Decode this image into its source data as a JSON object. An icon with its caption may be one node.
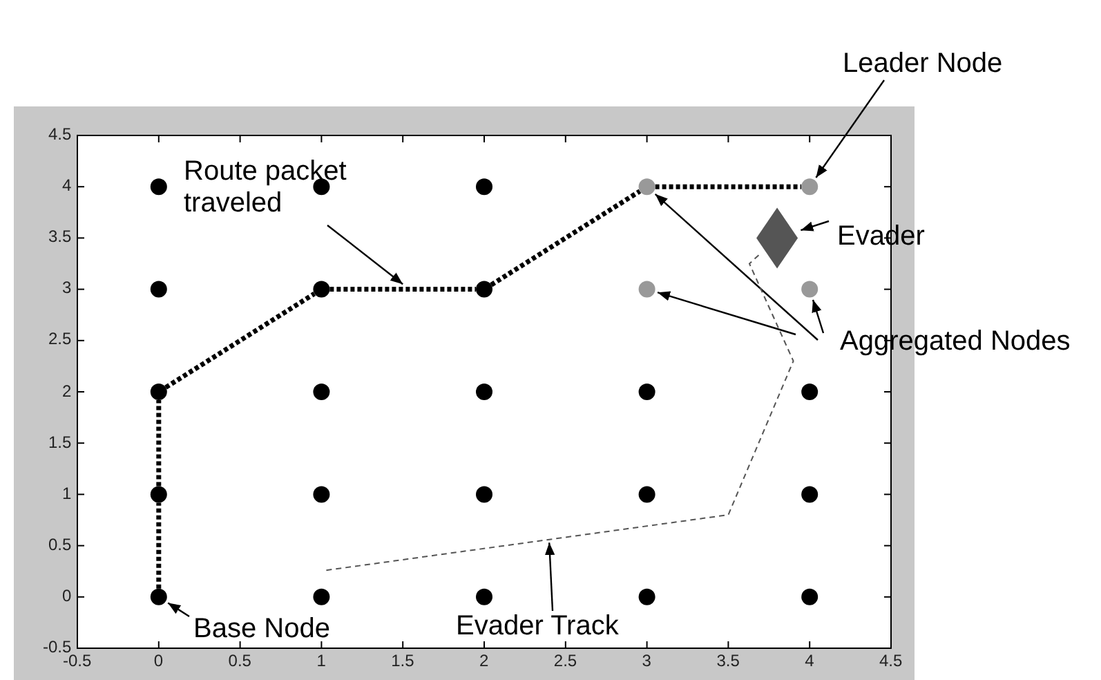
{
  "diagram": {
    "nodes": [
      {
        "text": [
          "Leader Node"
        ]
      },
      {
        "text": [
          "Evader"
        ]
      },
      {
        "text": [
          "Route packet traveled"
        ]
      },
      {
        "text": [
          "Aggregated Nodes"
        ]
      },
      {
        "text": [
          "Base Node"
        ]
      },
      {
        "text": [
          "Evader Track"
        ]
      },
      {
        "text": [],
        "shape": "circle"
      },
      {
        "text": [],
        "shape": "circle"
      },
      {
        "text": [],
        "shape": "circle"
      },
      {
        "text": [],
        "shape": "circle"
      },
      {
        "text": [],
        "shape": "circle"
      },
      {
        "text": [],
        "shape": "diamond"
      },
      {
        "text": [],
        "shape": "circle"
      },
      {
        "text": [],
        "shape": "circle"
      },
      {
        "text": [],
        "shape": "circle"
      },
      {
        "text": [],
        "shape": "circle"
      },
      {
        "text": [],
        "shape": "circle"
      },
      {
        "text": [],
        "shape": "circle"
      },
      {
        "text": [],
        "shape": "circle"
      },
      {
        "text": [],
        "shape": "circle"
      },
      {
        "text": [],
        "shape": "circle"
      },
      {
        "text": [],
        "shape": "circle"
      },
      {
        "text": [],
        "shape": "circle"
      },
      {
        "text": [],
        "shape": "circle"
      },
      {
        "text": [],
        "shape": "circle"
      },
      {
        "text": [],
        "shape": "circle"
      },
      {
        "text": [],
        "shape": "circle"
      },
      {
        "text": [],
        "shape": "circle"
      },
      {
        "text": [],
        "shape": "circle"
      },
      {
        "text": [],
        "shape": "circle"
      },
      {
        "text": [],
        "shape": "circle"
      },
      {
        "text": [],
        "shape": "circle"
      }
    ],
    "edges": [
      {
        "from": 0,
        "to": 10,
        "arrow": "to"
      },
      {
        "from": 1,
        "to": 11,
        "arrow": "to"
      },
      {
        "from": 2,
        "to": null,
        "arrow": "to"
      },
      {
        "from": 3,
        "to": 9,
        "arrow": "to"
      },
      {
        "from": 3,
        "to": 15,
        "arrow": "to"
      },
      {
        "from": 3,
        "to": 16,
        "arrow": "to"
      },
      {
        "from": 4,
        "to": 27,
        "arrow": "to"
      },
      {
        "from": 5,
        "to": null,
        "arrow": "to"
      },
      {
        "from": 27,
        "to": 22,
        "arrow": "none",
        "style": "dashed"
      },
      {
        "from": 22,
        "to": 17,
        "arrow": "none",
        "style": "dashed"
      },
      {
        "from": 17,
        "to": 13,
        "arrow": "none",
        "style": "dashed"
      },
      {
        "from": 13,
        "to": 14,
        "arrow": "none",
        "style": "dashed"
      },
      {
        "from": 14,
        "to": 9,
        "arrow": "none",
        "style": "dashed"
      },
      {
        "from": 9,
        "to": 10,
        "arrow": "none",
        "style": "dashed"
      },
      {
        "from": null,
        "to": 11,
        "arrow": "none",
        "style": "dashed",
        "color": "#555555"
      }
    ],
    "labels": [
      "4.5",
      "4",
      "3.5",
      "3",
      "2.5",
      "2",
      "1.5",
      "1",
      "0.5",
      "0",
      "-0.5",
      "-0.5",
      "0",
      "0.5",
      "1",
      "1.5",
      "2",
      "2.5",
      "3",
      "3.5",
      "4",
      "4.5"
    ]
  }
}
